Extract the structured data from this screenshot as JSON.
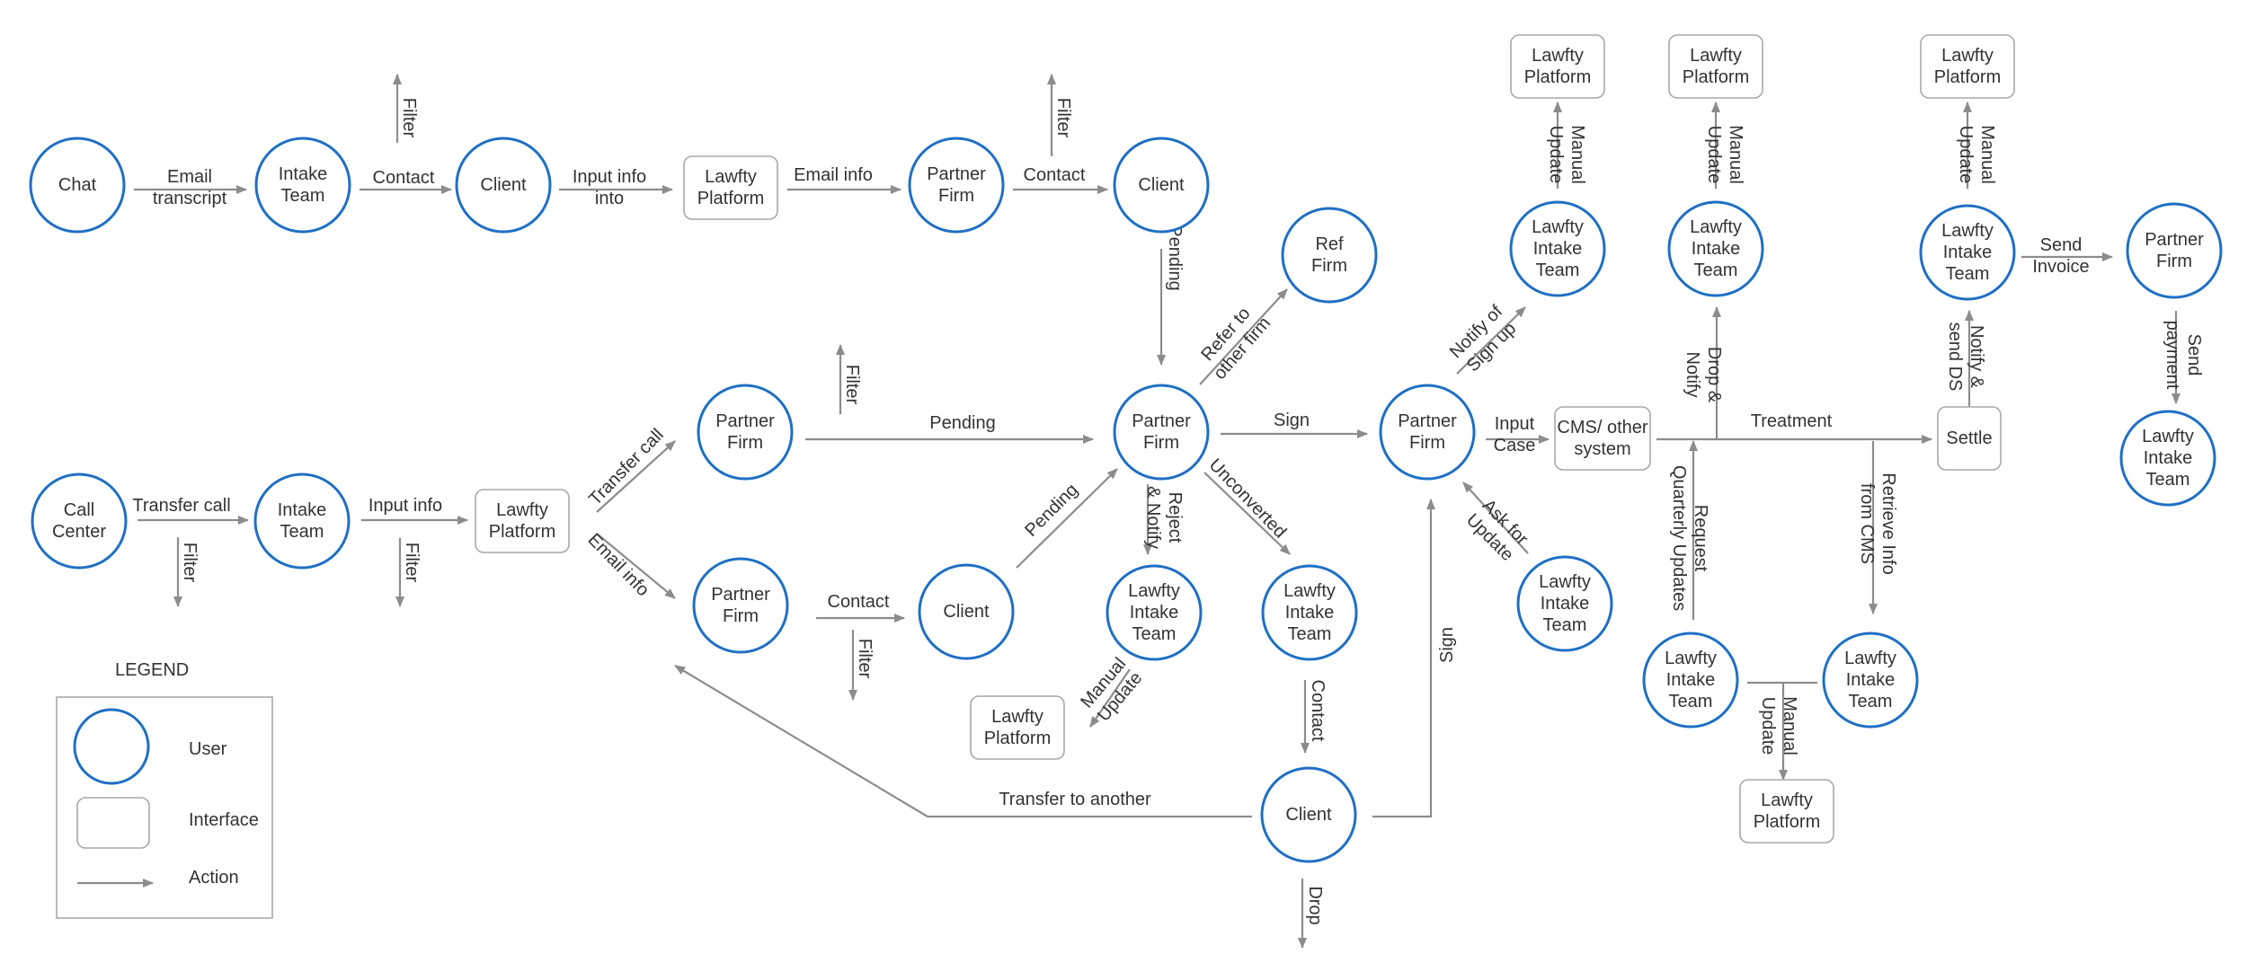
{
  "legend": {
    "title": "LEGEND",
    "user": "User",
    "interface": "Interface",
    "action": "Action"
  },
  "nodes": [
    {
      "id": "chat",
      "kind": "user",
      "lines": [
        "Chat"
      ]
    },
    {
      "id": "intake1",
      "kind": "user",
      "lines": [
        "Intake",
        "Team"
      ]
    },
    {
      "id": "client1",
      "kind": "user",
      "lines": [
        "Client"
      ]
    },
    {
      "id": "platform1",
      "kind": "interface",
      "lines": [
        "Lawfty",
        "Platform"
      ]
    },
    {
      "id": "partner1",
      "kind": "user",
      "lines": [
        "Partner",
        "Firm"
      ]
    },
    {
      "id": "client2",
      "kind": "user",
      "lines": [
        "Client"
      ]
    },
    {
      "id": "refFirm",
      "kind": "user",
      "lines": [
        "Ref",
        "Firm"
      ]
    },
    {
      "id": "callCenter",
      "kind": "user",
      "lines": [
        "Call",
        "Center"
      ]
    },
    {
      "id": "intake2",
      "kind": "user",
      "lines": [
        "Intake",
        "Team"
      ]
    },
    {
      "id": "platform2",
      "kind": "interface",
      "lines": [
        "Lawfty",
        "Platform"
      ]
    },
    {
      "id": "partner2",
      "kind": "user",
      "lines": [
        "Partner",
        "Firm"
      ]
    },
    {
      "id": "partner3",
      "kind": "user",
      "lines": [
        "Partner",
        "Firm"
      ]
    },
    {
      "id": "client3",
      "kind": "user",
      "lines": [
        "Client"
      ]
    },
    {
      "id": "partnerCenter",
      "kind": "user",
      "lines": [
        "Partner",
        "Firm"
      ]
    },
    {
      "id": "lit1",
      "kind": "user",
      "lines": [
        "Lawfty",
        "Intake",
        "Team"
      ]
    },
    {
      "id": "lit2",
      "kind": "user",
      "lines": [
        "Lawfty",
        "Intake",
        "Team"
      ]
    },
    {
      "id": "platform3",
      "kind": "interface",
      "lines": [
        "Lawfty",
        "Platform"
      ]
    },
    {
      "id": "client4",
      "kind": "user",
      "lines": [
        "Client"
      ]
    },
    {
      "id": "partnerSign",
      "kind": "user",
      "lines": [
        "Partner",
        "Firm"
      ]
    },
    {
      "id": "lit3",
      "kind": "user",
      "lines": [
        "Lawfty",
        "Intake",
        "Team"
      ]
    },
    {
      "id": "cms",
      "kind": "interface",
      "lines": [
        "CMS/ other",
        "system"
      ]
    },
    {
      "id": "lit4",
      "kind": "user",
      "lines": [
        "Lawfty",
        "Intake",
        "Team"
      ]
    },
    {
      "id": "platform4",
      "kind": "interface",
      "lines": [
        "Lawfty",
        "Platform"
      ]
    },
    {
      "id": "lit5",
      "kind": "user",
      "lines": [
        "Lawfty",
        "Intake",
        "Team"
      ]
    },
    {
      "id": "platform5",
      "kind": "interface",
      "lines": [
        "Lawfty",
        "Platform"
      ]
    },
    {
      "id": "lit6",
      "kind": "user",
      "lines": [
        "Lawfty",
        "Intake",
        "Team"
      ]
    },
    {
      "id": "platform6",
      "kind": "interface",
      "lines": [
        "Lawfty",
        "Platform"
      ]
    },
    {
      "id": "partner5",
      "kind": "user",
      "lines": [
        "Partner",
        "Firm"
      ]
    },
    {
      "id": "lit7",
      "kind": "user",
      "lines": [
        "Lawfty",
        "Intake",
        "Team"
      ]
    },
    {
      "id": "settle",
      "kind": "interface",
      "lines": [
        "Settle"
      ]
    },
    {
      "id": "lit8",
      "kind": "user",
      "lines": [
        "Lawfty",
        "Intake",
        "Team"
      ]
    },
    {
      "id": "lit9",
      "kind": "user",
      "lines": [
        "Lawfty",
        "Intake",
        "Team"
      ]
    },
    {
      "id": "platform7",
      "kind": "interface",
      "lines": [
        "Lawfty",
        "Platform"
      ]
    }
  ],
  "edges": [
    {
      "id": "chat-intake",
      "lines": [
        "Email",
        "transcript"
      ]
    },
    {
      "id": "intake1-client1",
      "lines": [
        "Contact"
      ]
    },
    {
      "id": "intake1-filter",
      "lines": [
        "Filter"
      ]
    },
    {
      "id": "client1-platform1",
      "lines": [
        "Input info",
        "into"
      ]
    },
    {
      "id": "platform1-partner1",
      "lines": [
        "Email info"
      ]
    },
    {
      "id": "partner1-client2",
      "lines": [
        "Contact"
      ]
    },
    {
      "id": "partner1-filter",
      "lines": [
        "Filter"
      ]
    },
    {
      "id": "client2-partnerCenter",
      "lines": [
        "Pending"
      ]
    },
    {
      "id": "call-intake2",
      "lines": [
        "Transfer call"
      ]
    },
    {
      "id": "call-filter",
      "lines": [
        "Filter"
      ]
    },
    {
      "id": "intake2-platform2",
      "lines": [
        "Input info"
      ]
    },
    {
      "id": "intake2-filter",
      "lines": [
        "Filter"
      ]
    },
    {
      "id": "platform2-partner2",
      "lines": [
        "Transfer call"
      ]
    },
    {
      "id": "platform2-partner3",
      "lines": [
        "Email info"
      ]
    },
    {
      "id": "partner2-filter",
      "lines": [
        "Filter"
      ]
    },
    {
      "id": "partner2-partnerCenter",
      "lines": [
        "Pending"
      ]
    },
    {
      "id": "partner3-client3",
      "lines": [
        "Contact"
      ]
    },
    {
      "id": "partner3-filter",
      "lines": [
        "Filter"
      ]
    },
    {
      "id": "client3-partnerCenter",
      "lines": [
        "Pending"
      ]
    },
    {
      "id": "partnerCenter-ref",
      "lines": [
        "Refer to",
        "other firm"
      ]
    },
    {
      "id": "partnerCenter-sign",
      "lines": [
        "Sign"
      ]
    },
    {
      "id": "partnerCenter-lit1",
      "lines": [
        "Reject",
        "& Notify"
      ]
    },
    {
      "id": "partnerCenter-lit2",
      "lines": [
        "Unconverted"
      ]
    },
    {
      "id": "lit1-platform3",
      "lines": [
        "Manual",
        "Update"
      ]
    },
    {
      "id": "lit2-client4",
      "lines": [
        "Contact"
      ]
    },
    {
      "id": "client4-transfer",
      "lines": [
        "Transfer to another"
      ]
    },
    {
      "id": "client4-drop",
      "lines": [
        "Drop"
      ]
    },
    {
      "id": "client4-sign",
      "lines": [
        "Sign"
      ]
    },
    {
      "id": "partnerSign-lit4",
      "lines": [
        "Notify of",
        "Sign up"
      ]
    },
    {
      "id": "lit3-partnerSign",
      "lines": [
        "Ask for",
        "Update"
      ]
    },
    {
      "id": "partnerSign-cms",
      "lines": [
        "Input",
        "Case"
      ]
    },
    {
      "id": "lit4-platform4",
      "lines": [
        "Manual",
        "Update"
      ]
    },
    {
      "id": "cms-settle",
      "lines": [
        "Treatment"
      ]
    },
    {
      "id": "treat-lit5",
      "lines": [
        "Drop &",
        "Notify"
      ]
    },
    {
      "id": "lit5-platform5",
      "lines": [
        "Manual",
        "Update"
      ]
    },
    {
      "id": "lit8-treat",
      "lines": [
        "Request",
        "Quarterly Updates"
      ]
    },
    {
      "id": "treat-lit9",
      "lines": [
        "Retrieve Info",
        "from CMS"
      ]
    },
    {
      "id": "lit8-platform7",
      "lines": [
        "Manual",
        "Update"
      ]
    },
    {
      "id": "settle-lit6",
      "lines": [
        "Notify &",
        "send DS"
      ]
    },
    {
      "id": "lit6-platform6",
      "lines": [
        "Manual",
        "Update"
      ]
    },
    {
      "id": "lit6-partner5",
      "lines": [
        "Send",
        "Invoice"
      ]
    },
    {
      "id": "partner5-lit7",
      "lines": [
        "Send",
        "payment"
      ]
    }
  ],
  "colors": {
    "user_stroke": "#1f6fc4",
    "interface_stroke": "#a8a8a8",
    "arrow": "#8c8c8c",
    "text": "#333333"
  }
}
